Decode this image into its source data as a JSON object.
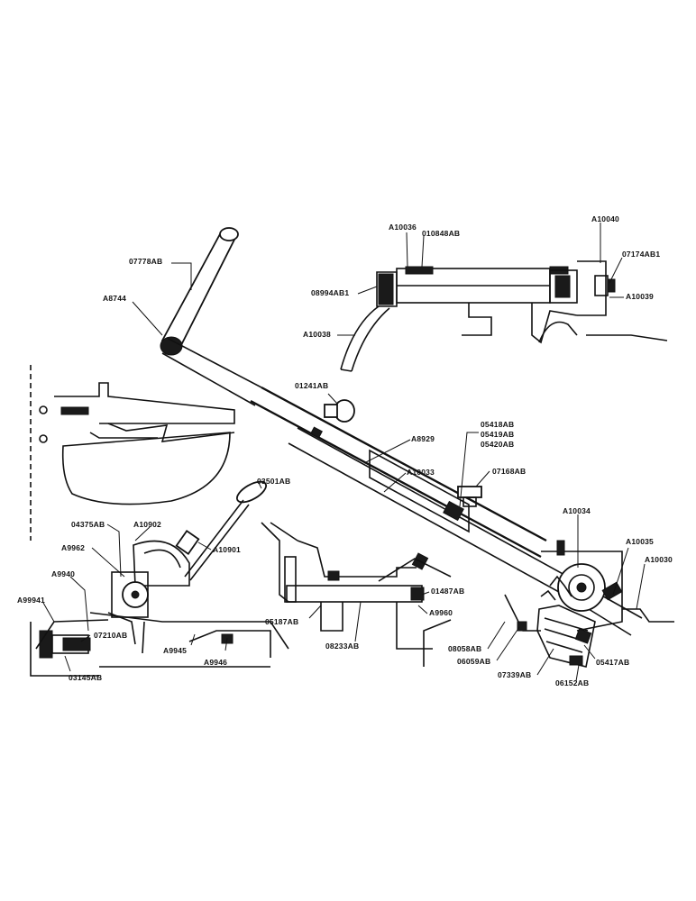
{
  "parts": {
    "p07778AB": "07778AB",
    "pA8744": "A8744",
    "pA10036": "A10036",
    "p010848AB": "010848AB",
    "pA10040": "A10040",
    "p07174AB1": "07174AB1",
    "p08994AB1": "08994AB1",
    "pA10039": "A10039",
    "pA10038": "A10038",
    "p01241AB": "01241AB",
    "pA8929": "A8929",
    "p05418AB": "05418AB",
    "p05419AB": "05419AB",
    "p05420AB": "05420AB",
    "pA10033": "A10033",
    "p07168AB": "07168AB",
    "p03501AB": "03501AB",
    "p04375AB": "04375AB",
    "pA10902": "A10902",
    "pA10901": "A10901",
    "pA9962": "A9962",
    "pA9940": "A9940",
    "pA99941": "A99941",
    "p07210AB": "07210AB",
    "p03145AB": "03145AB",
    "pA9945": "A9945",
    "pA9946": "A9946",
    "pA10034": "A10034",
    "pA10035": "A10035",
    "pA10030": "A10030",
    "p01487AB": "01487AB",
    "pA9960": "A9960",
    "p05187AB": "05187AB",
    "p08233AB": "08233AB",
    "p08058AB": "08058AB",
    "p06059AB": "06059AB",
    "p07339AB": "07339AB",
    "p06152AB": "06152AB",
    "p05417AB": "05417AB"
  }
}
